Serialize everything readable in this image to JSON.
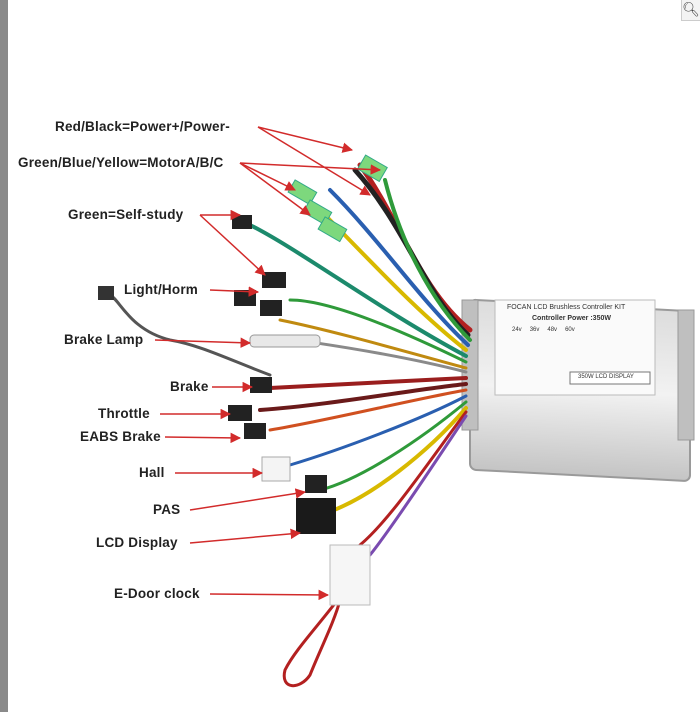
{
  "corner_icon": "search-icon",
  "labels": {
    "power": "Red/Black=Power+/Power-",
    "motor": "Green/Blue/Yellow=MotorA/B/C",
    "self_study": "Green=Self-study",
    "light_horn": "Light/Horm",
    "brake_lamp": "Brake Lamp",
    "brake": "Brake",
    "throttle": "Throttle",
    "eabs_brake": "EABS Brake",
    "hall": "Hall",
    "pas": "PAS",
    "lcd_display": "LCD Display",
    "e_door_clock": "E-Door clock"
  },
  "controller": {
    "title": "FOCAN LCD Brushless Controller KIT",
    "power": "Controller Power :350W",
    "voltage_options": [
      "24v",
      "36v",
      "48v",
      "60v"
    ],
    "lcd_sticker": "350W LCD DISPLAY"
  },
  "colors": {
    "arrow": "#d22b2b",
    "label_text": "#222222"
  }
}
